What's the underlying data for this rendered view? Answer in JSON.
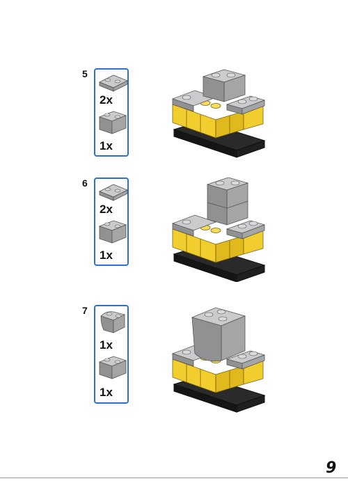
{
  "steps": [
    {
      "number": "5",
      "parts": [
        {
          "qty": "2x",
          "shape": "plate-1x2"
        },
        {
          "qty": "1x",
          "shape": "brick-1x2"
        }
      ]
    },
    {
      "number": "6",
      "parts": [
        {
          "qty": "2x",
          "shape": "plate-1x2"
        },
        {
          "qty": "1x",
          "shape": "brick-1x2"
        }
      ]
    },
    {
      "number": "7",
      "parts": [
        {
          "qty": "1x",
          "shape": "brick-1x2-curved"
        },
        {
          "qty": "1x",
          "shape": "brick-1x2"
        }
      ]
    }
  ],
  "page_number": "9",
  "colors": {
    "accent": "#2b6fd6",
    "gray": "#a3a5a6",
    "yellow": "#f2cd2e",
    "black": "#1a1a1a"
  }
}
